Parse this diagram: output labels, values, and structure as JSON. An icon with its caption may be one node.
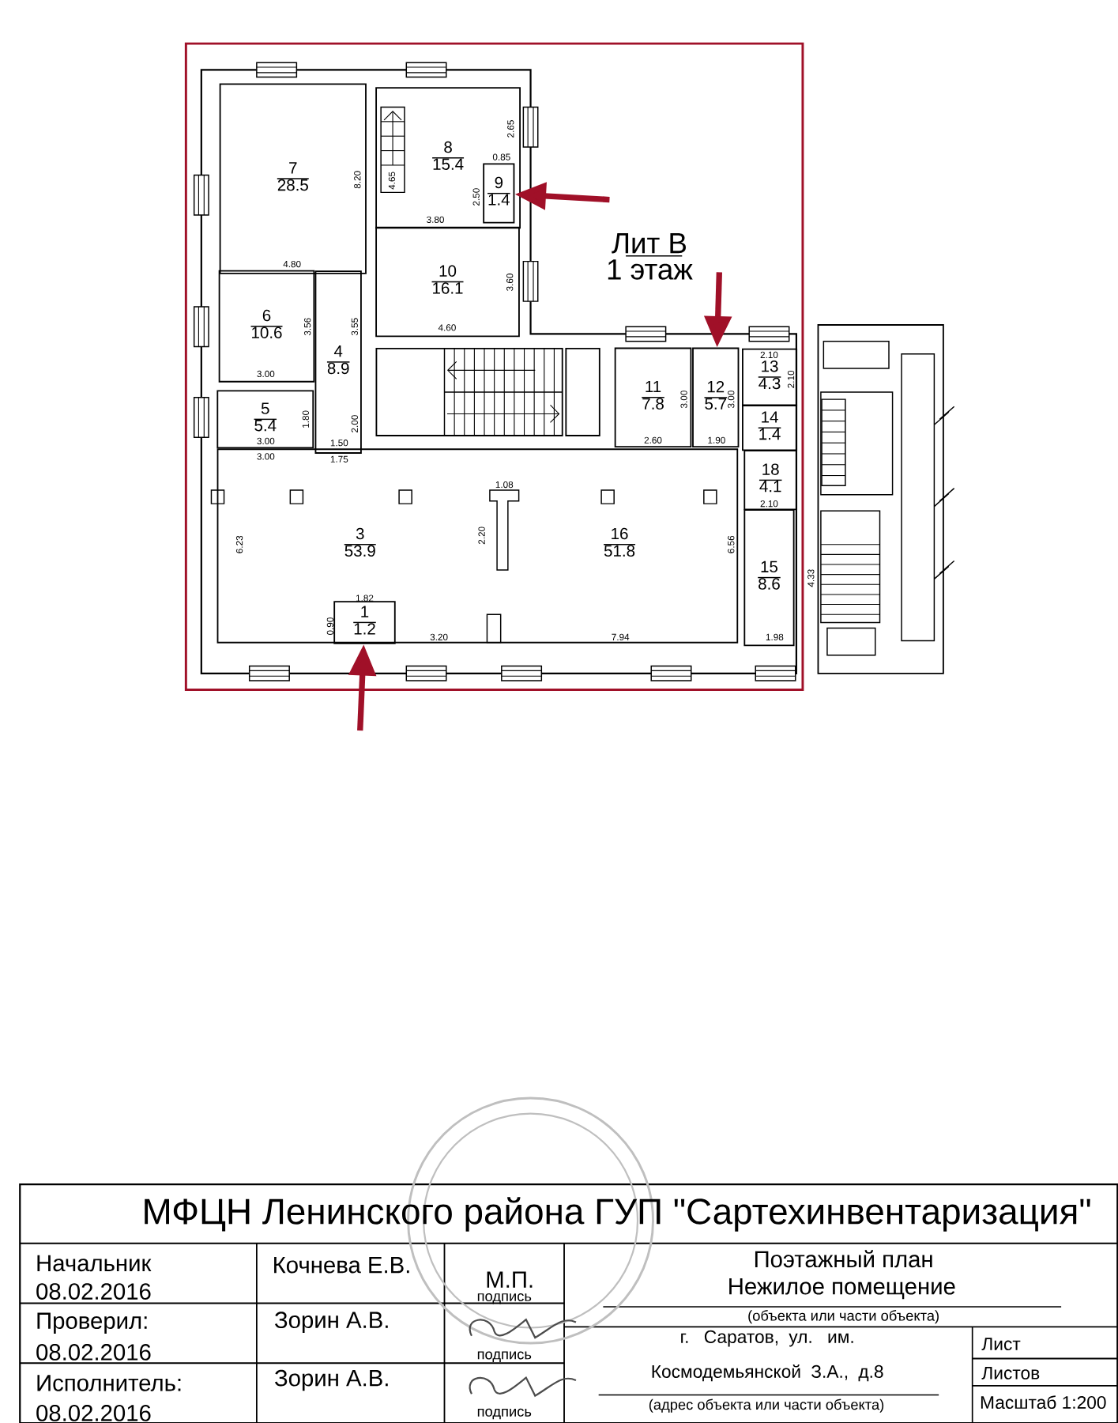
{
  "diagram": {
    "title": "МФЦН Ленинского района ГУП \"Сартехинвентаризация\"",
    "nodes": [
      {
        "text": [
          "7",
          "28.5"
        ]
      },
      {
        "text": [
          "8",
          "15.4"
        ]
      },
      {
        "text": [
          "9",
          "1.4"
        ],
        "in": 1
      },
      {
        "text": [
          "10",
          "16.1"
        ]
      },
      {
        "text": [
          "6",
          "10.6"
        ]
      },
      {
        "text": [
          "4",
          "8.9"
        ]
      },
      {
        "text": [
          "11",
          "7.8"
        ]
      },
      {
        "text": [
          "12",
          "5.7"
        ]
      },
      {
        "text": [
          "13",
          "4.3"
        ]
      },
      {
        "text": [
          "14",
          "1.4"
        ]
      },
      {
        "text": [
          "5",
          "5.4"
        ]
      },
      {
        "text": [
          "18",
          "4.1"
        ]
      },
      {
        "text": [
          "3",
          "53.9"
        ]
      },
      {
        "text": [
          "16",
          "51.8"
        ]
      },
      {
        "text": [
          "15",
          "8.6"
        ]
      },
      {
        "text": [
          "1",
          "1.2"
        ]
      }
    ],
    "edges": [
      {
        "from": null,
        "to": 2,
        "arrow": "to"
      },
      {
        "from": null,
        "to": 7,
        "arrow": "to"
      },
      {
        "from": null,
        "to": 15,
        "arrow": "to"
      }
    ],
    "labels": [
      "Лит В",
      "1 этаж",
      "2.65",
      "8.20",
      "4.65",
      "0.85",
      "2.50",
      "3.80",
      "4.80",
      "3.60",
      "4.60",
      "3.56",
      "3.55",
      "3.00",
      "2.10",
      "2.10",
      "3.00",
      "3.00",
      "1.80",
      "2.00",
      "3.00",
      "3.00",
      "2.60",
      "1.90",
      "1.50",
      "1.75",
      "1.08",
      "2.10",
      "6.23",
      "2.20",
      "6.56",
      "4.33",
      "1.82",
      "0.90",
      "3.20",
      "7.94",
      "1.98",
      "Начальник",
      "08.02.2016",
      "Кочнева Е.В.",
      "М.П.",
      "подпись",
      "Проверил:",
      "08.02.2016",
      "Зорин А.В.",
      "подпись",
      "Исполнитель:",
      "08.02.2016",
      "Зорин А.В.",
      "подпись",
      "Поэтажный план",
      "Нежилое помещение",
      "(объекта или части объекта)",
      "г. Саратов, ул. им. Космодемьянской З.А., д.8",
      "(адрес объекта или части объекта)",
      "Лист",
      "Листов",
      "Масштаб 1:200"
    ]
  }
}
